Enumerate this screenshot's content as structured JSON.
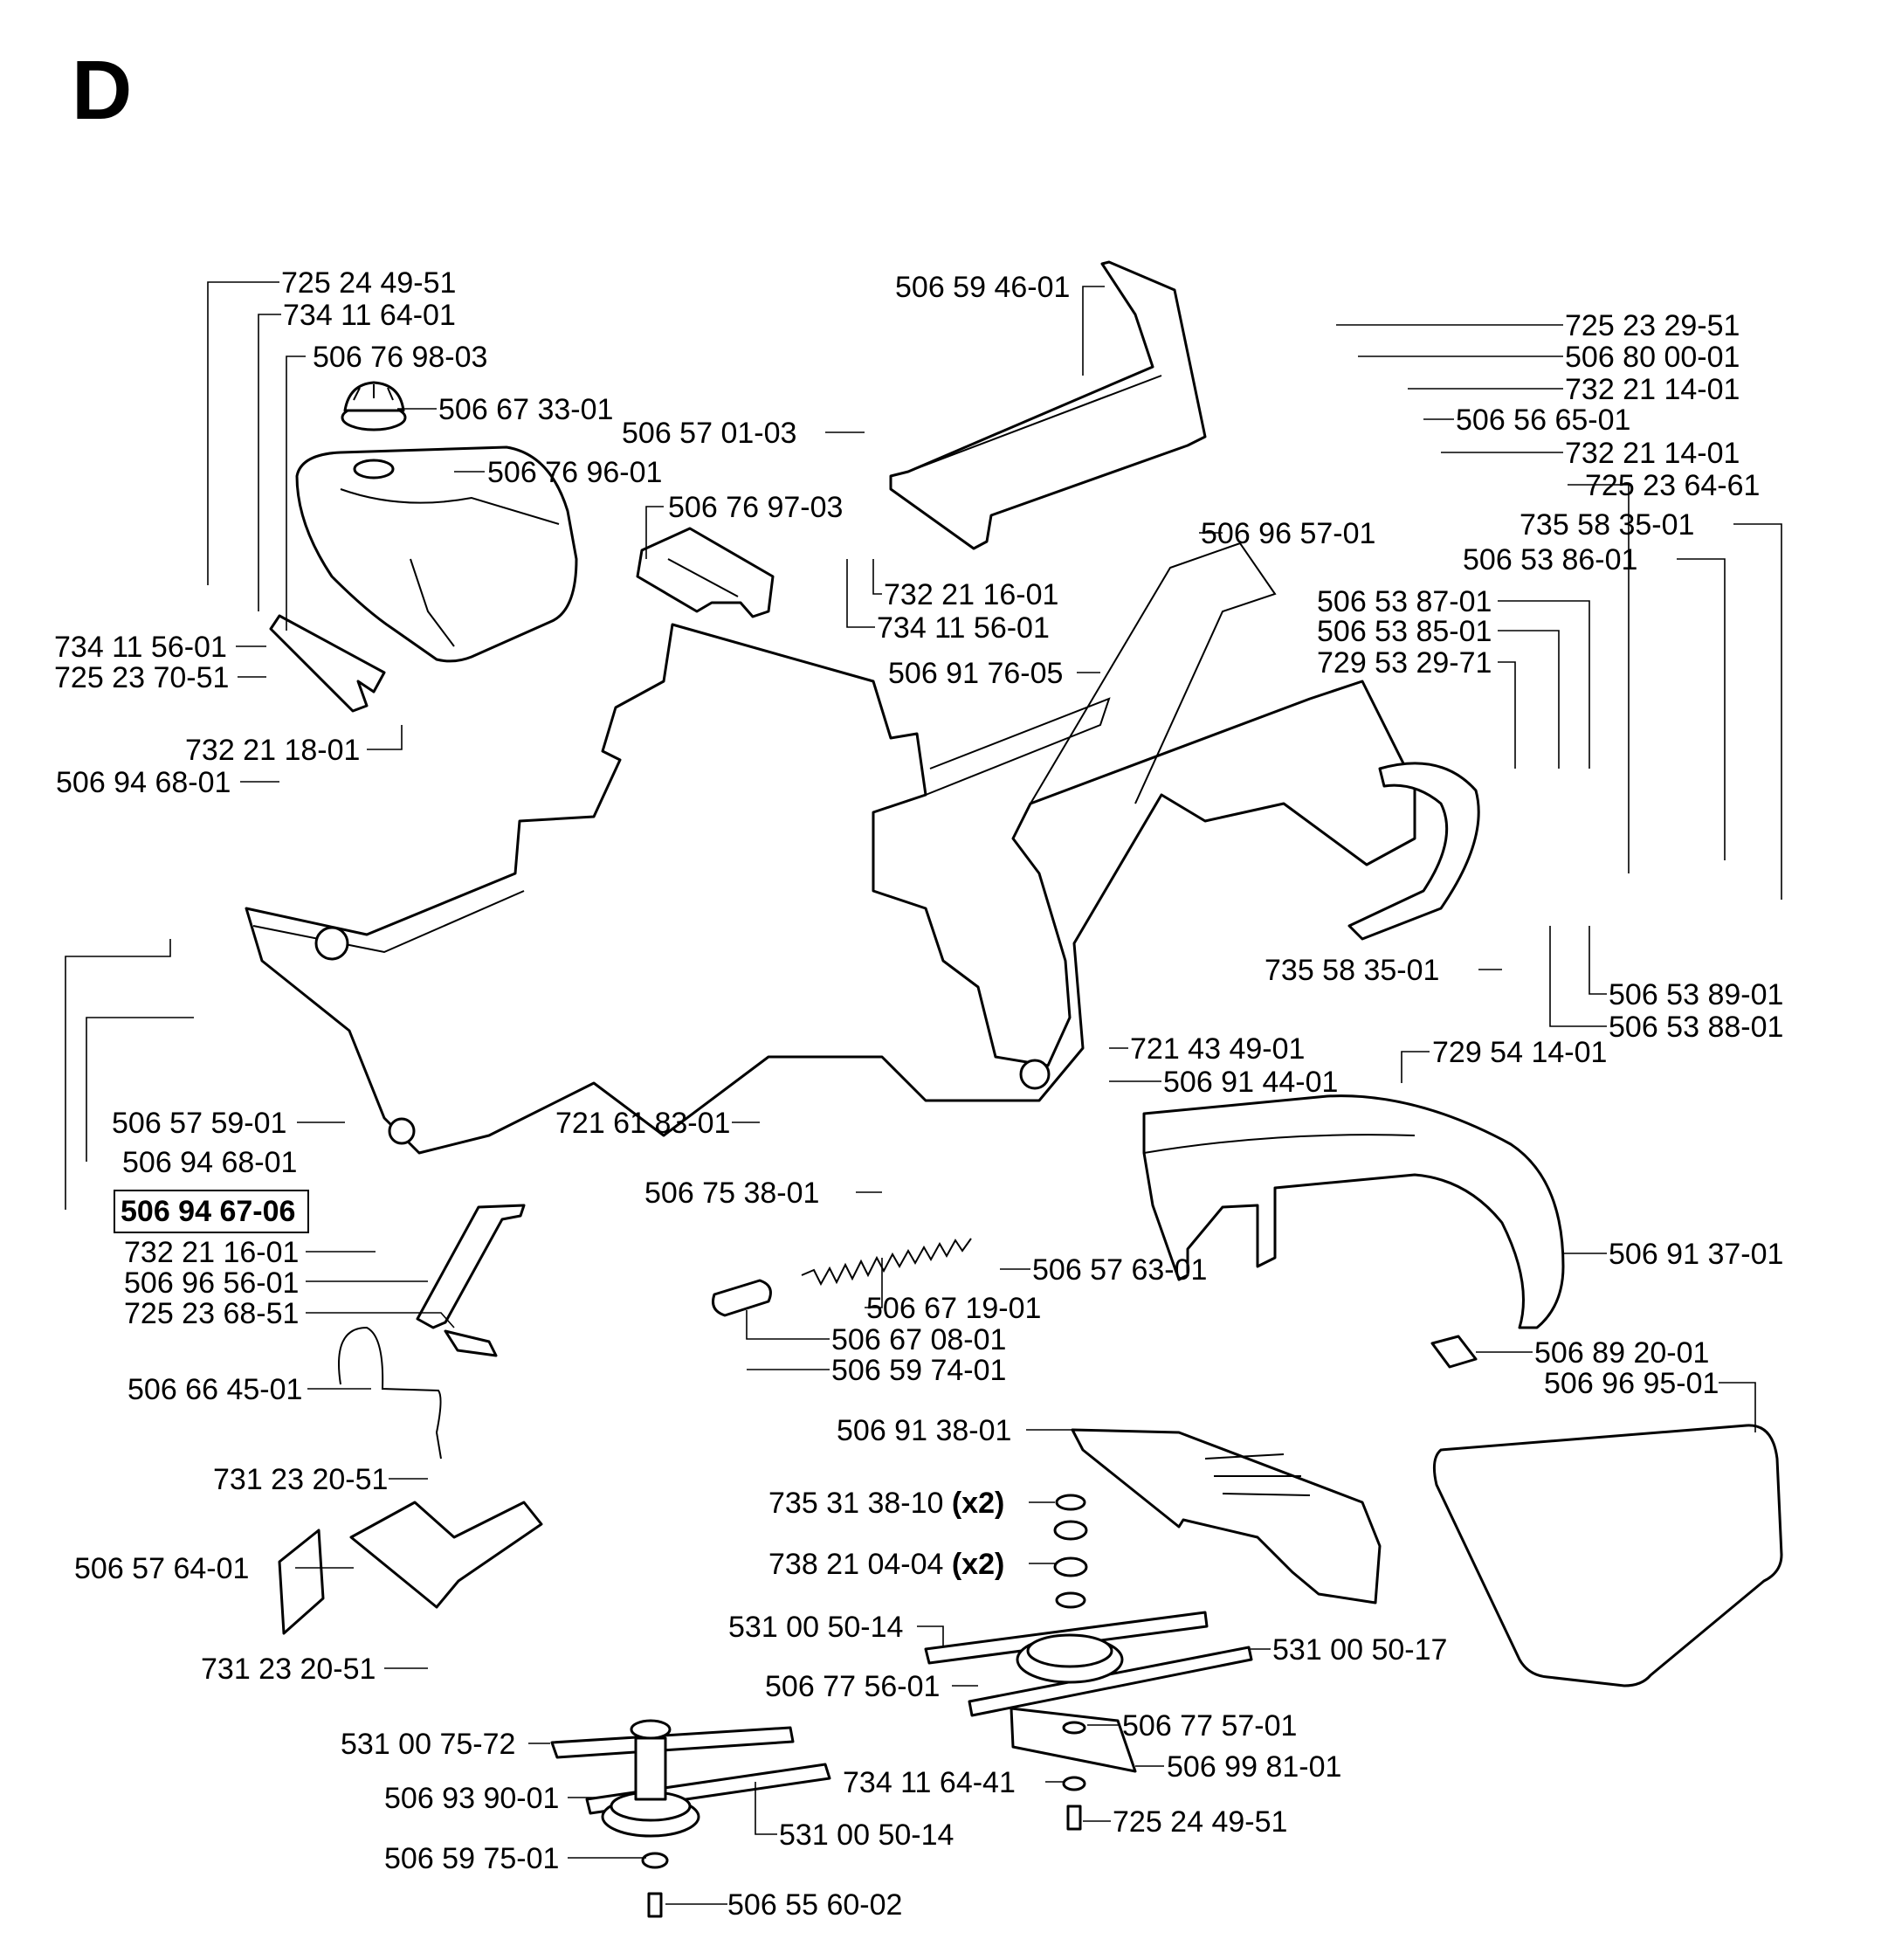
{
  "page": {
    "section_letter": "D"
  },
  "callouts": [
    {
      "id": "c01",
      "text": "725 24 49-51"
    },
    {
      "id": "c02",
      "text": "734 11 64-01"
    },
    {
      "id": "c03",
      "text": "506 76 98-03"
    },
    {
      "id": "c04",
      "text": "506 67 33-01"
    },
    {
      "id": "c05",
      "text": "506 76 96-01"
    },
    {
      "id": "c06",
      "text": "506 76 97-03"
    },
    {
      "id": "c07",
      "text": "734 11 56-01"
    },
    {
      "id": "c08",
      "text": "725 23 70-51"
    },
    {
      "id": "c09",
      "text": "732 21 18-01"
    },
    {
      "id": "c10",
      "text": "506 94 68-01"
    },
    {
      "id": "c11",
      "text": "506 57 59-01"
    },
    {
      "id": "c12",
      "text": "506 94 68-01"
    },
    {
      "id": "c13",
      "text": "506 94 67-06",
      "boxed": true
    },
    {
      "id": "c14",
      "text": "732 21 16-01"
    },
    {
      "id": "c15",
      "text": "506 96 56-01"
    },
    {
      "id": "c16",
      "text": "725 23 68-51"
    },
    {
      "id": "c17",
      "text": "506 66 45-01"
    },
    {
      "id": "c18",
      "text": "731 23 20-51"
    },
    {
      "id": "c19",
      "text": "506 57 64-01"
    },
    {
      "id": "c20",
      "text": "731 23 20-51"
    },
    {
      "id": "c21",
      "text": "531 00 75-72"
    },
    {
      "id": "c22",
      "text": "506 93 90-01"
    },
    {
      "id": "c23",
      "text": "506 59 75-01"
    },
    {
      "id": "c24",
      "text": "506 55 60-02"
    },
    {
      "id": "c25",
      "text": "531 00 50-14"
    },
    {
      "id": "c26",
      "text": "506 59 46-01"
    },
    {
      "id": "c27",
      "text": "506 57 01-03"
    },
    {
      "id": "c28",
      "text": "732 21 16-01"
    },
    {
      "id": "c29",
      "text": "734 11 56-01"
    },
    {
      "id": "c30",
      "text": "506 91 76-05"
    },
    {
      "id": "c31",
      "text": "506 96 57-01"
    },
    {
      "id": "c32",
      "text": "725 23 29-51"
    },
    {
      "id": "c33",
      "text": "506 80 00-01"
    },
    {
      "id": "c34",
      "text": "732 21 14-01"
    },
    {
      "id": "c35",
      "text": "506 56 65-01"
    },
    {
      "id": "c36",
      "text": "732 21 14-01"
    },
    {
      "id": "c37",
      "text": "725 23 64-61"
    },
    {
      "id": "c38",
      "text": "735 58 35-01"
    },
    {
      "id": "c39",
      "text": "506 53 86-01"
    },
    {
      "id": "c40",
      "text": "506 53 87-01"
    },
    {
      "id": "c41",
      "text": "506 53 85-01"
    },
    {
      "id": "c42",
      "text": "729 53 29-71"
    },
    {
      "id": "c43",
      "text": "735 58 35-01"
    },
    {
      "id": "c44",
      "text": "506 53 89-01"
    },
    {
      "id": "c45",
      "text": "506 53 88-01"
    },
    {
      "id": "c46",
      "text": "721 43 49-01"
    },
    {
      "id": "c47",
      "text": "506 91 44-01"
    },
    {
      "id": "c48",
      "text": "729 54 14-01"
    },
    {
      "id": "c49",
      "text": "721 61 83-01"
    },
    {
      "id": "c50",
      "text": "506 75 38-01"
    },
    {
      "id": "c51",
      "text": "506 57 63-01"
    },
    {
      "id": "c52",
      "text": "506 91 37-01"
    },
    {
      "id": "c53",
      "text": "506 67 19-01"
    },
    {
      "id": "c54",
      "text": "506 67 08-01"
    },
    {
      "id": "c55",
      "text": "506 59 74-01"
    },
    {
      "id": "c56",
      "text": "506 89 20-01"
    },
    {
      "id": "c57",
      "text": "506 96 95-01"
    },
    {
      "id": "c58",
      "text": "506 91 38-01"
    },
    {
      "id": "c59",
      "text": "735 31 38-10",
      "qty": "(x2)"
    },
    {
      "id": "c60",
      "text": "738 21 04-04",
      "qty": "(x2)"
    },
    {
      "id": "c61",
      "text": "531 00 50-14"
    },
    {
      "id": "c62",
      "text": "531 00 50-17"
    },
    {
      "id": "c63",
      "text": "506 77 56-01"
    },
    {
      "id": "c64",
      "text": "506 77 57-01"
    },
    {
      "id": "c65",
      "text": "734 11 64-41"
    },
    {
      "id": "c66",
      "text": "506 99 81-01"
    },
    {
      "id": "c67",
      "text": "725 24 49-51"
    }
  ]
}
